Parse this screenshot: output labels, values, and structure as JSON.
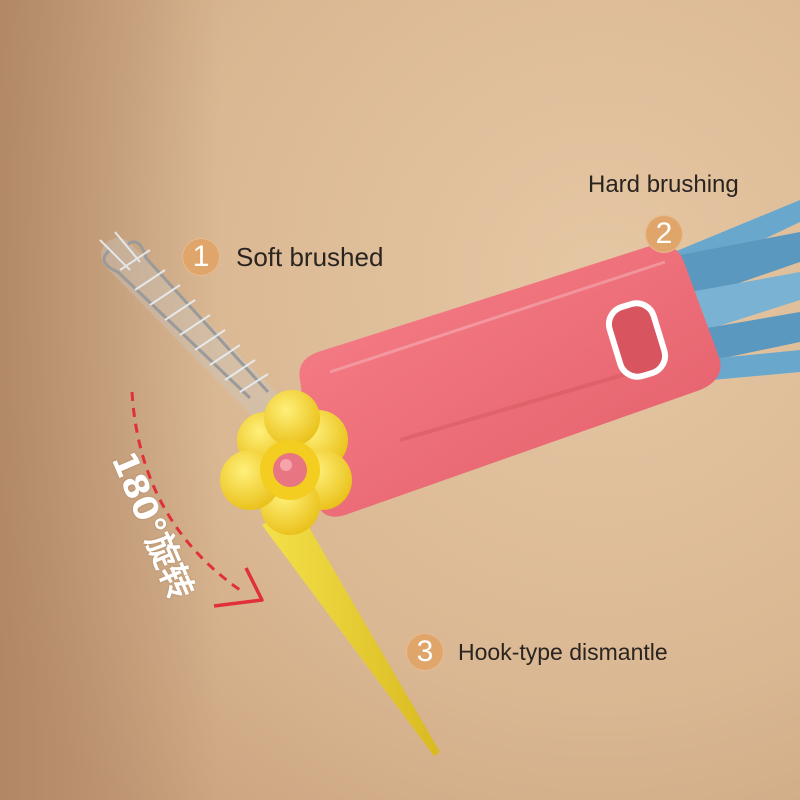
{
  "labels": {
    "soft": {
      "number": "1",
      "text": "Soft brushed"
    },
    "hard": {
      "number": "2",
      "text": "Hard brushing"
    },
    "hook": {
      "number": "3",
      "text": "Hook-type dismantle"
    }
  },
  "rotation_text": "180°旋转",
  "colors": {
    "background": "#d6b592",
    "handle": "#ef6f78",
    "flower": "#f5d52e",
    "hook": "#f0dd3a",
    "bristles": "#5f9ec4",
    "badge": "#e0a56b",
    "arrow": "#e0303a"
  }
}
